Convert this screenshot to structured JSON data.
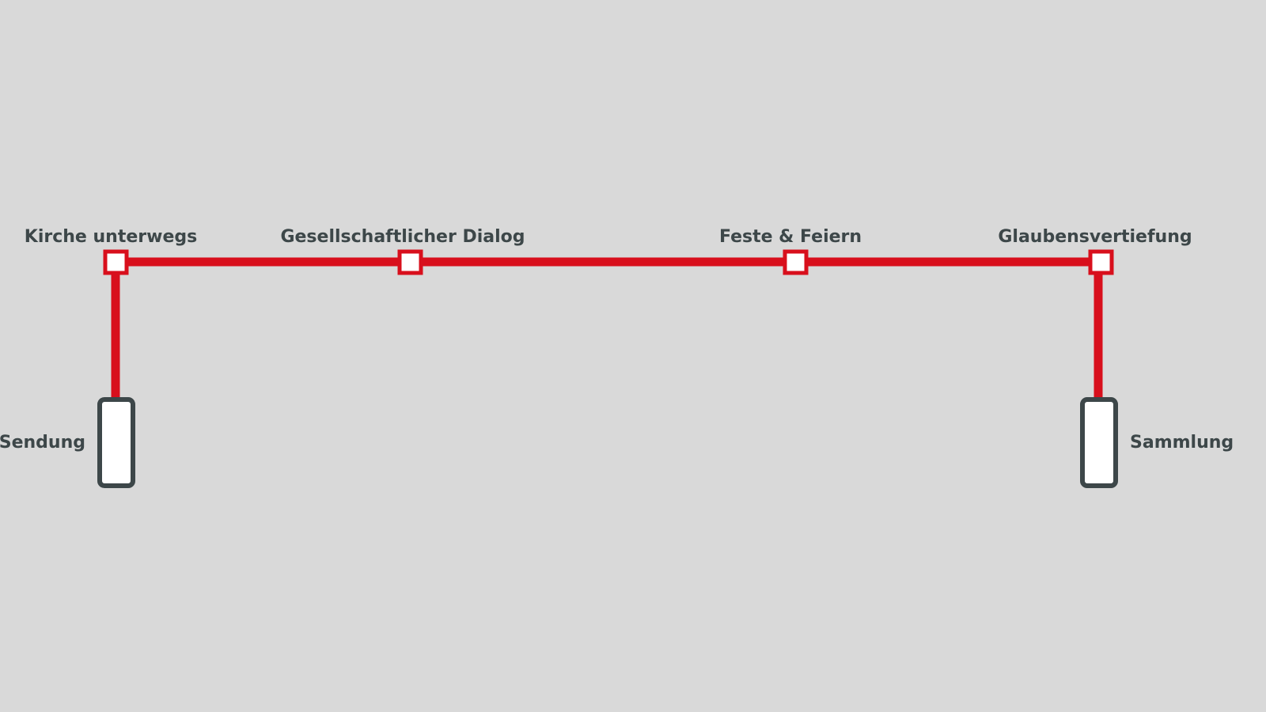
{
  "colors": {
    "background": "#d9d9d9",
    "line": "#d80f1c",
    "stop_fill": "#ffffff",
    "terminal_border": "#3d4749",
    "label_text": "#3d4749"
  },
  "stations": [
    {
      "id": "kirche-unterwegs",
      "label": "Kirche unterwegs",
      "kind": "stop"
    },
    {
      "id": "gesellschaftlicher-dialog",
      "label": "Gesellschaftlicher Dialog",
      "kind": "stop"
    },
    {
      "id": "feste-feiern",
      "label": "Feste & Feiern",
      "kind": "stop"
    },
    {
      "id": "glaubensvertiefung",
      "label": "Glaubensvertiefung",
      "kind": "stop"
    }
  ],
  "terminals": [
    {
      "id": "sendung",
      "label": "Sendung"
    },
    {
      "id": "sammlung",
      "label": "Sammlung"
    }
  ]
}
